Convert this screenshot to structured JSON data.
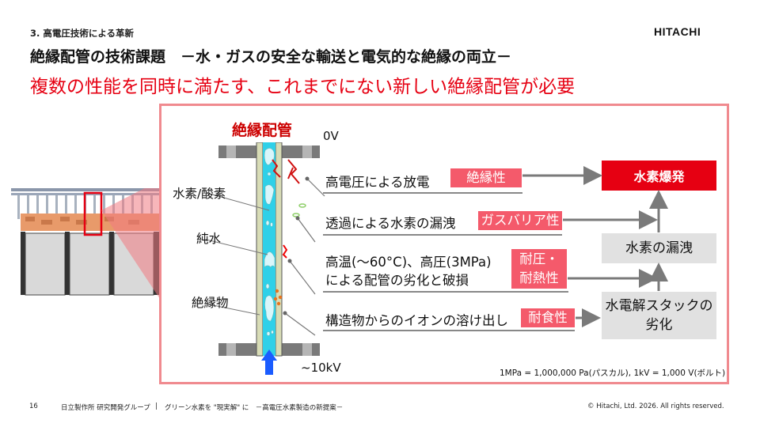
{
  "header": {
    "section_label": "3. 高電圧技術による革新",
    "logo": "HITACHI",
    "title": "絶縁配管の技術課題　－水・ガスの安全な輸送と電気的な絶縁の両立－",
    "key_message": "複数の性能を同時に満たす、これまでにない新しい絶縁配管が必要"
  },
  "diagram": {
    "pipe_title": "絶縁配管",
    "top_voltage": "0V",
    "bottom_voltage": "~10kV",
    "side_labels": [
      "水素/酸素",
      "純水",
      "絶縁物"
    ],
    "causes": [
      {
        "text": "高電圧による放電",
        "property": "絶縁性"
      },
      {
        "text": "透過による水素の漏洩",
        "property": "ガスバリア性"
      },
      {
        "text_line1": "高温(〜60°C)、高圧(3MPa)",
        "text_line2": "による配管の劣化と破損",
        "property_line1": "耐圧・",
        "property_line2": "耐熱性"
      },
      {
        "text": "構造物からのイオンの溶け出し",
        "property": "耐食性"
      }
    ],
    "results": {
      "explosion": "水素爆発",
      "leak": "水素の漏洩",
      "stack_line1": "水電解スタックの",
      "stack_line2": "劣化"
    },
    "colors": {
      "accent_red": "#e60012",
      "badge_pink": "#f45a6b",
      "panel_border": "#f08a8f",
      "water": "#2fd0e8",
      "result_gray": "#e1e1e1",
      "flow_arrow": "#1a5cff"
    },
    "note": "1MPa = 1,000,000 Pa(パスカル), 1kV = 1,000 V(ボルト)"
  },
  "footer": {
    "page_number": "16",
    "org": "日立製作所 研究開発グループ",
    "separator": "|",
    "doc_title": "グリーン水素を \"現実解\" に　－高電圧水素製造の新提案－",
    "copyright": "© Hitachi, Ltd. 2026. All rights reserved."
  }
}
